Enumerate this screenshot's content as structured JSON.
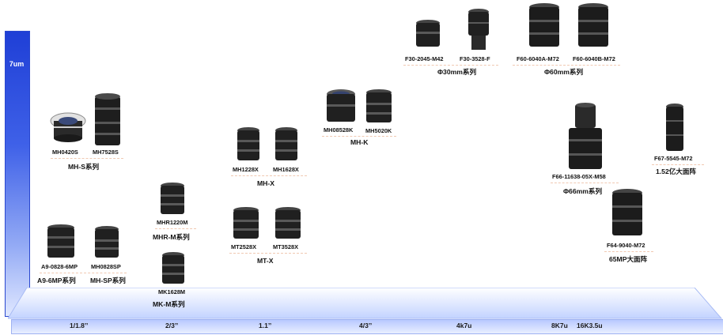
{
  "y_axis": {
    "label": "7um"
  },
  "x_axis": {
    "ticks": [
      "1/1.8’’",
      "2/3’’",
      "1.1’’",
      "4/3’’",
      "4k7u",
      "8K7u",
      "16K3.5u"
    ]
  },
  "colors": {
    "accent": "#2a48cf",
    "floor": "#cfdcff",
    "lens_body": "#1e1e1e"
  },
  "groups": [
    {
      "series": "MH-S系列",
      "models": [
        "MH0420S",
        "MH7528S"
      ]
    },
    {
      "series": "A9-6MP系列",
      "models": [
        "A9-0828-6MP"
      ]
    },
    {
      "series": "MH-SP系列",
      "models": [
        "MH0828SP"
      ]
    },
    {
      "series": "MHR-M系列",
      "models": [
        "MHR1220M"
      ]
    },
    {
      "series": "MK-M系列",
      "models": [
        "MK1628M"
      ]
    },
    {
      "series": "MH-X",
      "models": [
        "MH1228X",
        "MH1628X"
      ]
    },
    {
      "series": "MT-X",
      "models": [
        "MT2528X",
        "MT3528X"
      ]
    },
    {
      "series": "MH-K",
      "models": [
        "MH08528K",
        "MH5020K"
      ]
    },
    {
      "series": "Φ30mm系列",
      "models": [
        "F30-2045-M42",
        "F30-3528-F"
      ]
    },
    {
      "series": "Φ60mm系列",
      "models": [
        "F60-6040A-M72",
        "F60-6040B-M72"
      ]
    },
    {
      "series": "Φ66mm系列",
      "models": [
        "F66-11638-05X-M58"
      ]
    },
    {
      "series": "1.52亿大面阵",
      "models": [
        "F67-5545-M72"
      ]
    },
    {
      "series": "65MP大面阵",
      "models": [
        "F64-9040-M72"
      ]
    }
  ]
}
